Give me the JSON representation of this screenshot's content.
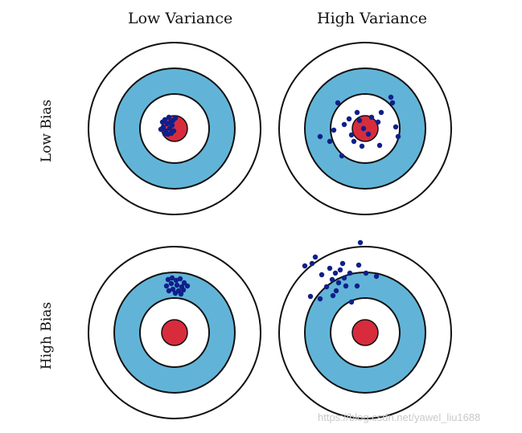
{
  "headers": {
    "col1": "Low Variance",
    "col2": "High Variance"
  },
  "row_labels": {
    "row1": "Low Bias",
    "row2": "High Bias"
  },
  "watermark": "https://blog.csdn.net/yawel_liu1688",
  "colors": {
    "outer_ring": "#ffffff",
    "middle_ring": "#61b4d8",
    "inner_ring": "#ffffff",
    "bullseye": "#d82c3d",
    "stroke": "#111111",
    "dots": "#0f1f8a"
  }
}
